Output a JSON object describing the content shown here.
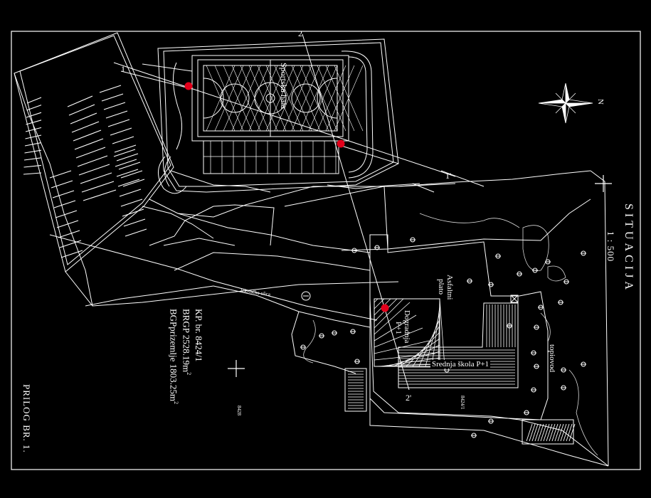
{
  "title": {
    "line1": "SITUACIJA",
    "line2": "1 : 500"
  },
  "north_label": "N",
  "info": {
    "parcel": "KP. br. 8424/1",
    "brgp_label": "BRGP  2528.19m",
    "brgp_sup": "2",
    "bgp_label": "BGPprizemlje 1803.25m",
    "bgp_sup": "2"
  },
  "annex": "PRILOG BR. 1.",
  "buildings": {
    "sports_hall": "Sportska hala",
    "school": "Srednja škola  P+1",
    "addition_line1": "Dogradnja",
    "addition_line2": "P+1",
    "asphalt_line1": "Asfaltni",
    "asphalt_line2": "plato",
    "podium": "topiovod"
  },
  "section_marks": {
    "top_2": "2",
    "top_1": "1",
    "right_1": "1'",
    "bottom_2": "2'"
  },
  "parcel_numbers": [
    "8424/1",
    "8428"
  ],
  "street": "Jelovačka ulica",
  "colors": {
    "background": "#000000",
    "line": "#ffffff",
    "marker": "#e3001b"
  },
  "markers_count": 3
}
